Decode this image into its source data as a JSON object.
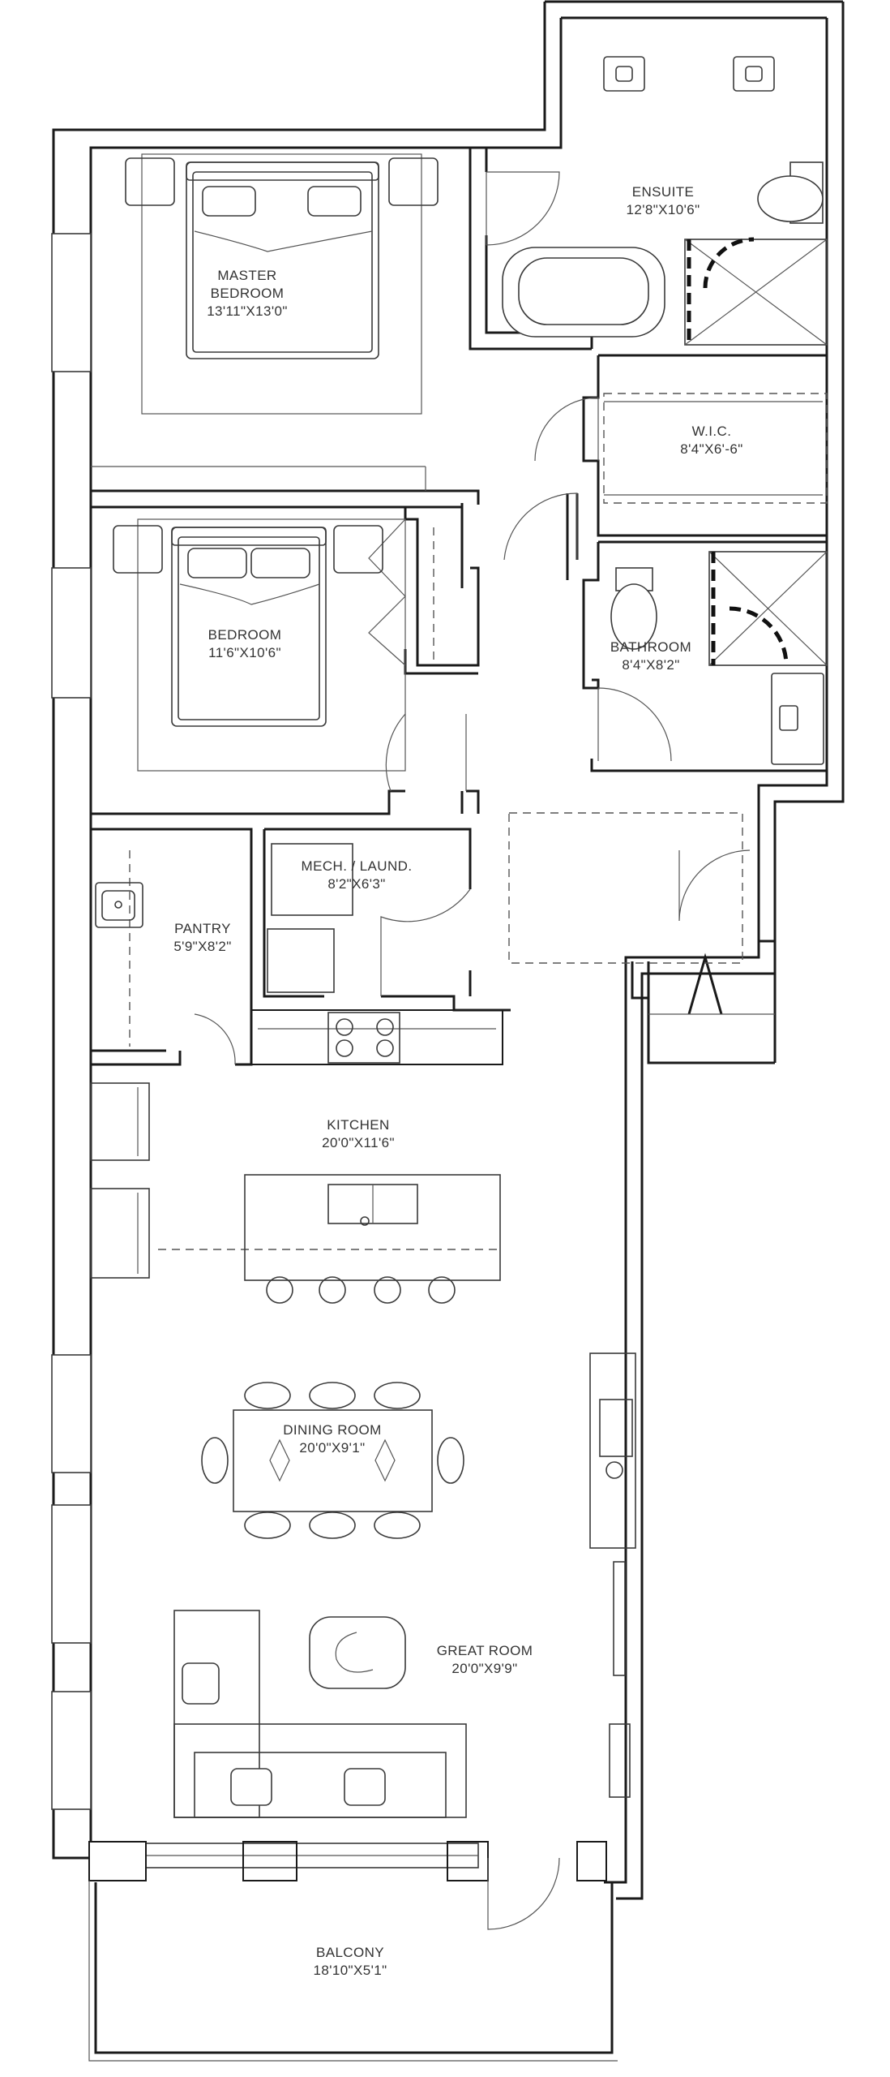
{
  "rooms": {
    "ensuite": {
      "name": "ENSUITE",
      "dims": "12'8\"X10'6\""
    },
    "master": {
      "name_line1": "MASTER",
      "name_line2": "BEDROOM",
      "dims": "13'11\"X13'0\""
    },
    "wic": {
      "name": "W.I.C.",
      "dims": "8'4\"X6'-6\""
    },
    "bedroom": {
      "name": "BEDROOM",
      "dims": "11'6\"X10'6\""
    },
    "bathroom": {
      "name": "BATHROOM",
      "dims": "8'4\"X8'2\""
    },
    "mech": {
      "name": "MECH. / LAUND.",
      "dims": "8'2\"X6'3\""
    },
    "pantry": {
      "name": "PANTRY",
      "dims": "5'9\"X8'2\""
    },
    "kitchen": {
      "name": "KITCHEN",
      "dims": "20'0\"X11'6\""
    },
    "dining": {
      "name": "DINING ROOM",
      "dims": "20'0\"X9'1\""
    },
    "great_room": {
      "name": "GREAT ROOM",
      "dims": "20'0\"X9'9\""
    },
    "balcony": {
      "name": "BALCONY",
      "dims": "18'10\"X5'1\""
    }
  }
}
